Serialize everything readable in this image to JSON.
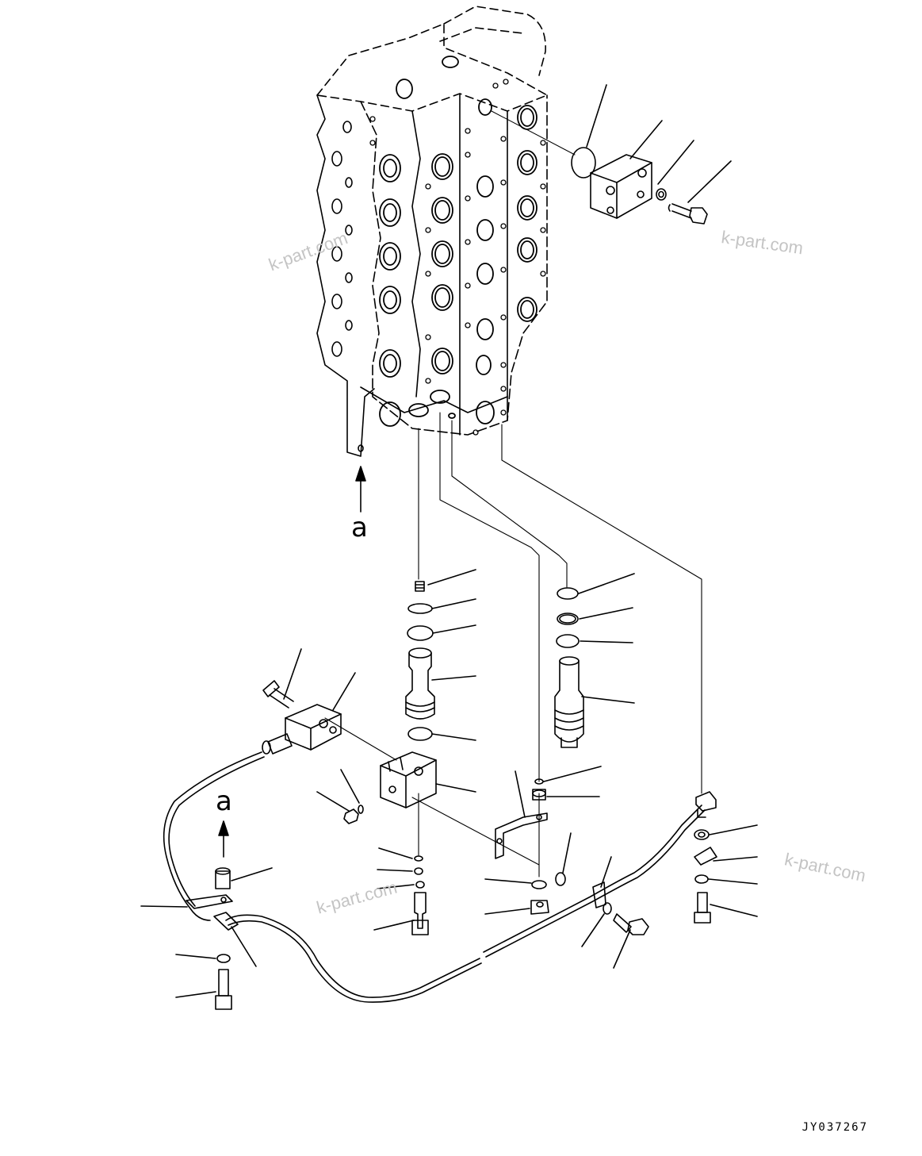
{
  "drawing": {
    "drawing_number": "JY037267",
    "view_marker": "a",
    "watermark": "k-part.com"
  }
}
